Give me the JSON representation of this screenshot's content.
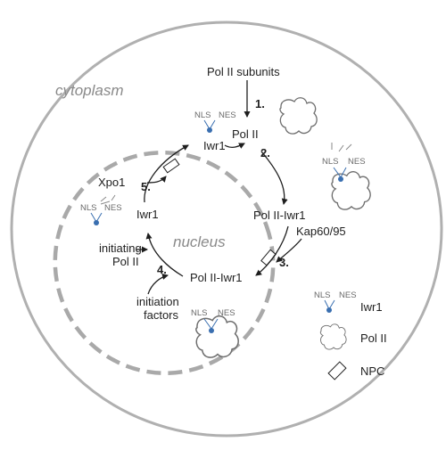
{
  "regions": {
    "cytoplasm": "cytoplasm",
    "nucleus": "nucleus"
  },
  "labels": {
    "pol2_subunits": "Pol II subunits",
    "pol2_top": "Pol II",
    "iwr1_top": "Iwr1",
    "pol2_iwr1_right": "Pol II-Iwr1",
    "kap": "Kap60/95",
    "pol2_iwr1_bottom": "Pol II-Iwr1",
    "iwr1_left": "Iwr1",
    "xpo1": "Xpo1",
    "initiating_line1": "initiating",
    "initiating_line2": "Pol II",
    "initiation_line1": "initiation",
    "initiation_line2": "factors"
  },
  "steps": {
    "s1": "1.",
    "s2": "2.",
    "s3": "3.",
    "s4": "4.",
    "s5": "5."
  },
  "glyph": {
    "nls": "NLS",
    "nes": "NES"
  },
  "legend": {
    "iwr1": "Iwr1",
    "pol2": "Pol II",
    "npc": "NPC"
  },
  "colors": {
    "outline": "#b0b0b0",
    "arrow": "#1e1e1e",
    "dot": "#3a6fb0",
    "region_text": "#8a8a8a"
  }
}
